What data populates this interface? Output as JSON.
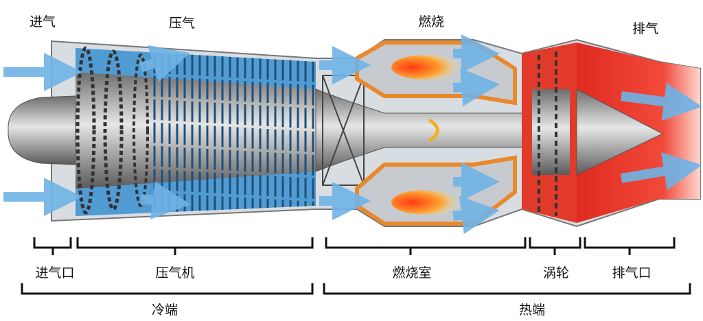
{
  "top_labels": {
    "intake": "进气",
    "compress": "压气",
    "combust": "燃烧",
    "exhaust": "排气"
  },
  "sections": {
    "inlet": "进气口",
    "compressor": "压气机",
    "combustor": "燃烧室",
    "turbine": "涡轮",
    "nozzle": "排气口"
  },
  "zones": {
    "cold": "冷端",
    "hot": "热端"
  },
  "colors": {
    "compressor_blue": "#3a8fd0",
    "arrow_blue": "#6fb3e6",
    "combustor_orange": "#e8892e",
    "turbine_red": "#e23a2a",
    "metal_gray": "#9a9a9a"
  }
}
